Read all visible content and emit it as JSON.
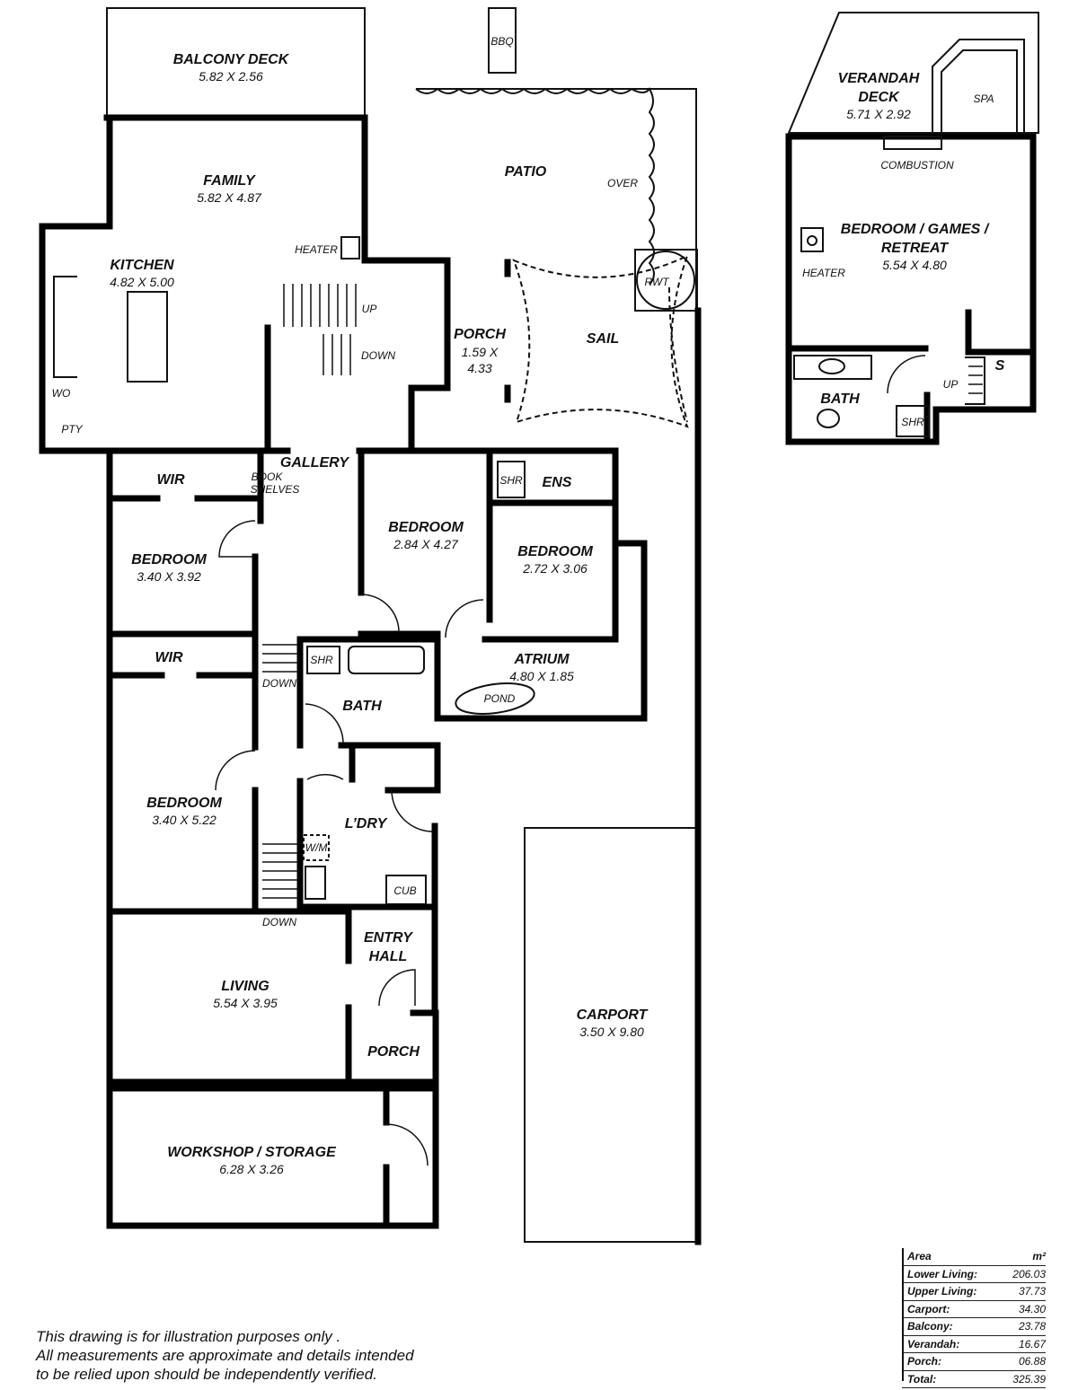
{
  "rooms": {
    "balcony_deck": {
      "name": "BALCONY DECK",
      "dims": "5.82 X 2.56"
    },
    "family": {
      "name": "FAMILY",
      "dims": "5.82 X 4.87"
    },
    "kitchen": {
      "name": "KITCHEN",
      "dims": "4.82 X 5.00"
    },
    "patio": {
      "name": "PATIO",
      "note": "OVER"
    },
    "porch_upper": {
      "name": "PORCH",
      "dims_line1": "1.59 X",
      "dims_line2": "4.33"
    },
    "sail": {
      "name": "SAIL"
    },
    "gallery": {
      "name": "GALLERY"
    },
    "wir_1": {
      "name": "WIR"
    },
    "book_shelves": {
      "line1": "BOOK",
      "line2": "SHELVES"
    },
    "bedroom_1": {
      "name": "BEDROOM",
      "dims": "3.40 X 3.92"
    },
    "bedroom_2": {
      "name": "BEDROOM",
      "dims": "2.84 X 4.27"
    },
    "bedroom_3": {
      "name": "BEDROOM",
      "dims": "2.72 X 3.06"
    },
    "ens": {
      "name": "ENS"
    },
    "atrium": {
      "name": "ATRIUM",
      "dims": "4.80 X 1.85",
      "pond": "POND"
    },
    "wir_2": {
      "name": "WIR"
    },
    "bath": {
      "name": "BATH"
    },
    "bedroom_4": {
      "name": "BEDROOM",
      "dims": "3.40 X 5.22"
    },
    "laundry": {
      "name": "L’DRY",
      "wm": "W/M",
      "cub": "CUB"
    },
    "entry_hall": {
      "line1": "ENTRY",
      "line2": "HALL"
    },
    "living": {
      "name": "LIVING",
      "dims": "5.54 X 3.95"
    },
    "porch_lower": {
      "name": "PORCH"
    },
    "carport": {
      "name": "CARPORT",
      "dims": "3.50 X 9.80"
    },
    "workshop": {
      "name": "WORKSHOP / STORAGE",
      "dims": "6.28 X 3.26"
    }
  },
  "upper": {
    "verandah": {
      "line1": "VERANDAH",
      "line2": "DECK",
      "dims": "5.71 X 2.92"
    },
    "spa": "SPA",
    "combustion": "COMBUSTION",
    "retreat": {
      "line1": "BEDROOM / GAMES /",
      "line2": "RETREAT",
      "dims": "5.54 X 4.80"
    },
    "heater": "HEATER",
    "bath": "BATH",
    "shr": "SHR",
    "up": "UP",
    "s": "S"
  },
  "fixtures": {
    "bbq": "BBQ",
    "rwt": "RWT",
    "heater": "HEATER",
    "up": "UP",
    "down": "DOWN",
    "wo": "WO",
    "pty": "PTY",
    "shr": "SHR"
  },
  "area_table": {
    "header_label": "Area",
    "header_unit": "m²",
    "rows": [
      {
        "label": "Lower Living:",
        "value": "206.03"
      },
      {
        "label": "Upper Living:",
        "value": "37.73"
      },
      {
        "label": "Carport:",
        "value": "34.30"
      },
      {
        "label": "Balcony:",
        "value": "23.78"
      },
      {
        "label": "Verandah:",
        "value": "16.67"
      },
      {
        "label": "Porch:",
        "value": "06.88"
      },
      {
        "label": "Total:",
        "value": "325.39"
      }
    ]
  },
  "disclaimer": [
    "This drawing is for illustration purposes only .",
    "All measurements are approximate and details intended",
    "to be relied upon should be independently verified."
  ]
}
